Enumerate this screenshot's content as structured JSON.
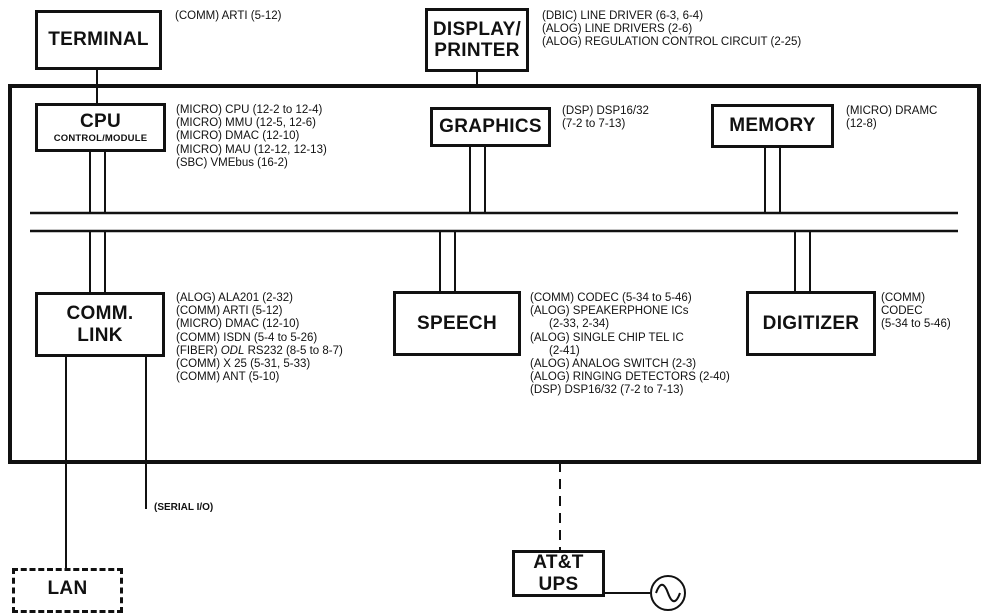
{
  "blocks": {
    "terminal": {
      "label": "TERMINAL"
    },
    "display": {
      "line1": "DISPLAY/",
      "line2": "PRINTER"
    },
    "cpu": {
      "label": "CPU",
      "sublabel": "CONTROL/MODULE"
    },
    "graphics": {
      "label": "GRAPHICS"
    },
    "memory": {
      "label": "MEMORY"
    },
    "comm_link": {
      "line1": "COMM.",
      "line2": "LINK"
    },
    "speech": {
      "label": "SPEECH"
    },
    "digitizer": {
      "label": "DIGITIZER"
    },
    "ups": {
      "line1": "AT&T",
      "line2": "UPS"
    },
    "lan": {
      "label": "LAN"
    }
  },
  "annotations": {
    "terminal": [
      "(COMM) ARTI (5-12)"
    ],
    "display": [
      "(DBIC) LINE DRIVER (6-3, 6-4)",
      "(ALOG) LINE DRIVERS (2-6)",
      "(ALOG) REGULATION CONTROL CIRCUIT (2-25)"
    ],
    "cpu": [
      "(MICRO) CPU (12-2 to 12-4)",
      "(MICRO) MMU (12-5, 12-6)",
      "(MICRO) DMAC (12-10)",
      "(MICRO) MAU (12-12, 12-13)",
      "(SBC) VMEbus (16-2)"
    ],
    "graphics": [
      "(DSP) DSP16/32",
      "(7-2 to 7-13)"
    ],
    "memory": [
      "(MICRO) DRAMC",
      "(12-8)"
    ],
    "comm_link": [
      "(ALOG) ALA201 (2-32)",
      "(COMM) ARTI (5-12)",
      "(MICRO) DMAC (12-10)",
      "(COMM) ISDN (5-4 to 5-26)",
      "(FIBER)",
      "ODL",
      "RS232 (8-5 to 8-7)",
      "(COMM) X 25 (5-31, 5-33)",
      "(COMM) ANT (5-10)"
    ],
    "speech": [
      "(COMM) CODEC (5-34 to 5-46)",
      "(ALOG) SPEAKERPHONE ICs",
      "(2-33, 2-34)",
      "(ALOG) SINGLE CHIP TEL  IC",
      "(2-41)",
      "(ALOG) ANALOG SWITCH (2-3)",
      "(ALOG) RINGING DETECTORS (2-40)",
      "(DSP) DSP16/32 (7-2 to 7-13)"
    ],
    "digitizer": [
      "(COMM)",
      "CODEC",
      "(5-34 to 5-46)"
    ]
  },
  "serial_io": "(SERIAL I/O)",
  "icons": {
    "ac_source": "ac-sine-wave-icon"
  }
}
